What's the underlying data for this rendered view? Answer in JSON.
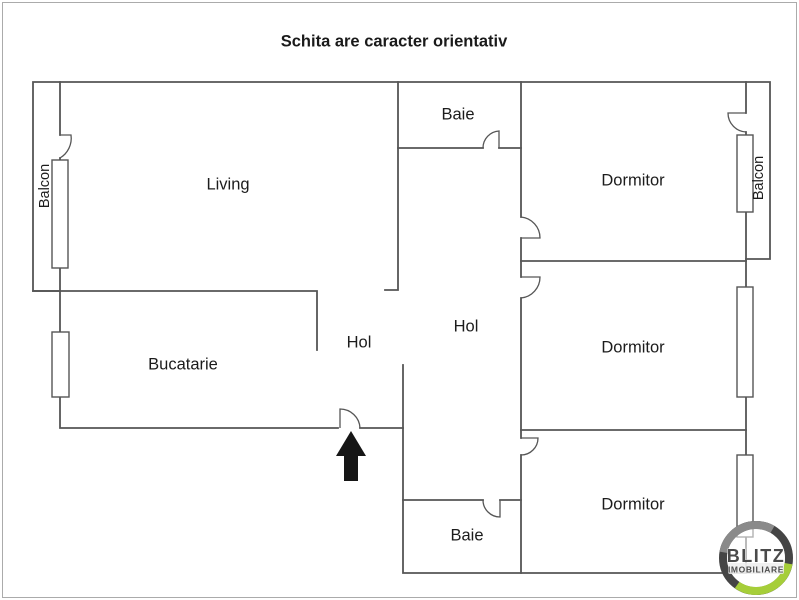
{
  "title": "Schita are caracter orientativ",
  "rooms": [
    {
      "id": "living",
      "label": "Living"
    },
    {
      "id": "balcon-left",
      "label": "Balcon"
    },
    {
      "id": "baie-top",
      "label": "Baie"
    },
    {
      "id": "dormitor-top",
      "label": "Dormitor"
    },
    {
      "id": "balcon-right",
      "label": "Balcon"
    },
    {
      "id": "bucatarie",
      "label": "Bucatarie"
    },
    {
      "id": "hol-left",
      "label": "Hol"
    },
    {
      "id": "hol-right",
      "label": "Hol"
    },
    {
      "id": "dormitor-middle",
      "label": "Dormitor"
    },
    {
      "id": "dormitor-bottom",
      "label": "Dormitor"
    },
    {
      "id": "baie-bottom",
      "label": "Baie"
    }
  ],
  "logo": {
    "brand": "BLITZ",
    "sub": "IMOBILIARE",
    "accent_green": "#a6ce39",
    "ring_dark": "#454545",
    "ring_light": "#8a8a8a"
  },
  "colors": {
    "wall": "#565656",
    "text": "#1c1c1c",
    "background": "#ffffff",
    "frame_border": "#ababab",
    "arrow": "#161616"
  }
}
